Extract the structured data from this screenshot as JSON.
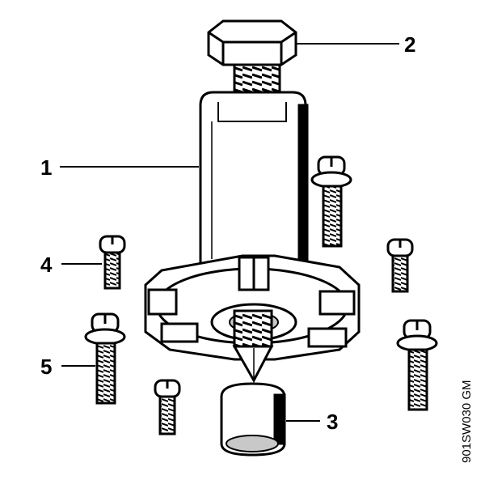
{
  "callouts": {
    "c1": "1",
    "c2": "2",
    "c3": "3",
    "c4": "4",
    "c5": "5"
  },
  "figure_code": "901SW030 GM",
  "colors": {
    "ink": "#000000",
    "paper": "#ffffff",
    "shade": "#c8c8c8"
  }
}
